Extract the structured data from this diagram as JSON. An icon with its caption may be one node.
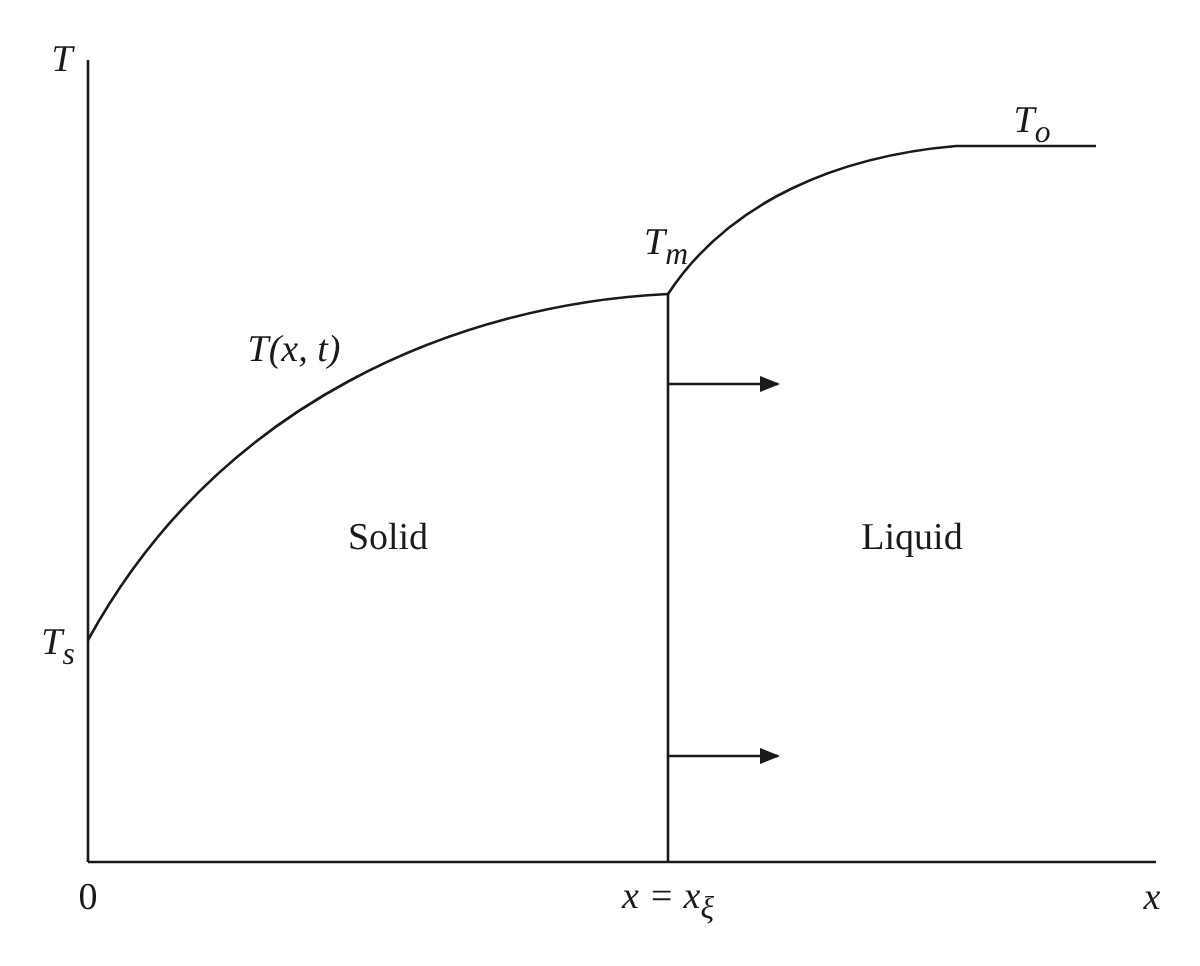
{
  "diagram": {
    "labels": [
      "T",
      "T$_{o}$",
      "T$_{m}$",
      "T(x, t)",
      "Solid",
      "Liquid",
      "T$_{s}$",
      "0",
      "x = x$_{ξ}$",
      "x"
    ]
  }
}
